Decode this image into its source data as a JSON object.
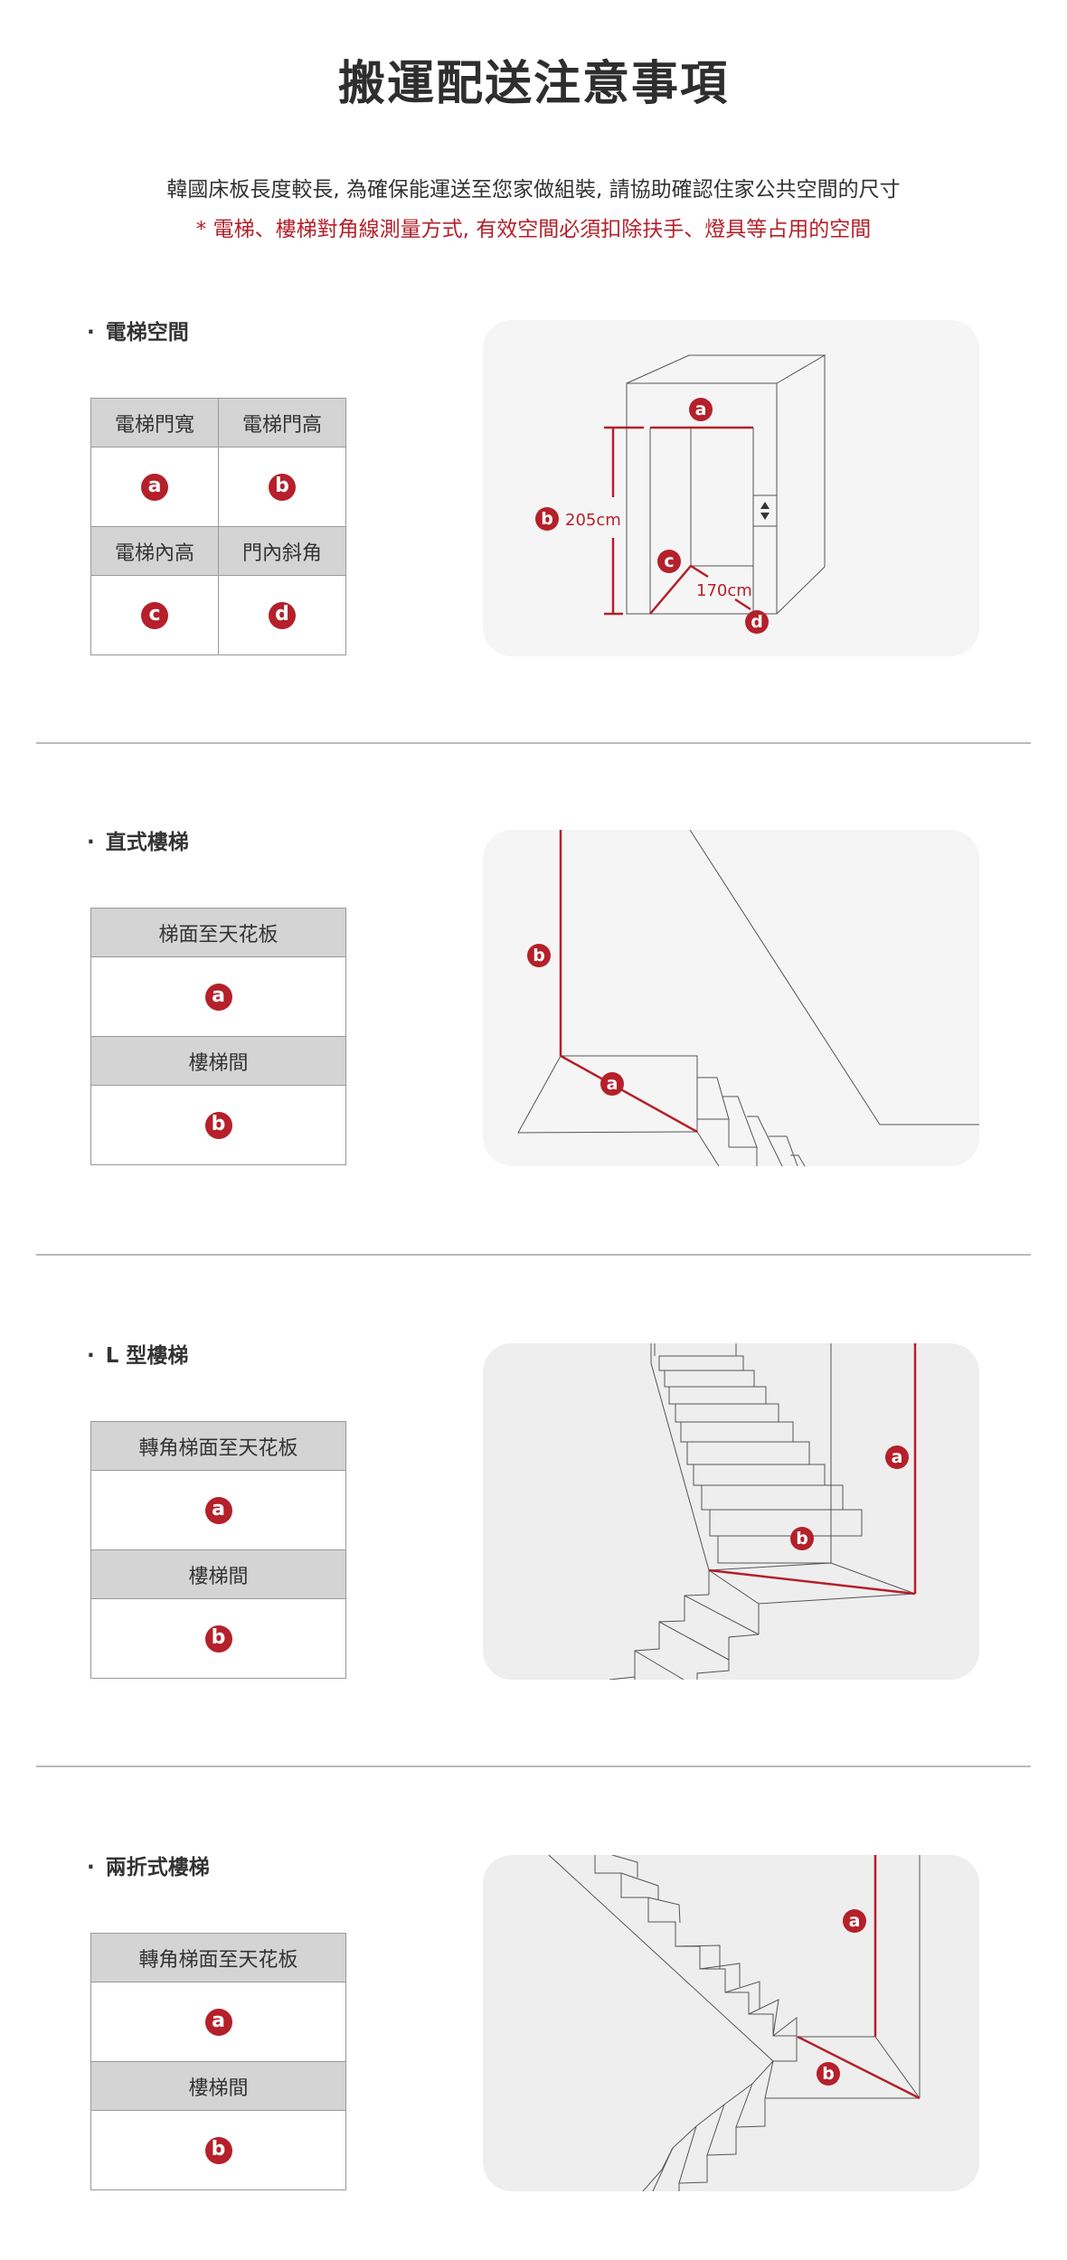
{
  "title": "搬運配送注意事項",
  "subtitle": "韓國床板長度較長, 為確保能運送至您家做組裝, 請協助確認住家公共空間的尺寸",
  "note": "* 電梯、樓梯對角線測量方式, 有效空間必須扣除扶手、燈具等占用的空間",
  "accent_color": "#b5202a",
  "sections": [
    {
      "label": "電梯空間",
      "table": {
        "row1_headers": [
          "電梯門寬",
          "電梯門高"
        ],
        "row1_badges": [
          "a",
          "b"
        ],
        "row2_headers": [
          "電梯內高",
          "門內斜角"
        ],
        "row2_badges": [
          "c",
          "d"
        ]
      },
      "diagram": {
        "badges": [
          "a",
          "b",
          "c",
          "d"
        ],
        "height_text": "205cm",
        "diagonal_text": "170cm",
        "panel_icon": "up-down-arrow-icon"
      }
    },
    {
      "label": "直式樓梯",
      "table": {
        "header1": "梯面至天花板",
        "badge1": "a",
        "header2": "樓梯間",
        "badge2": "b"
      },
      "diagram": {
        "badges": [
          "a",
          "b"
        ]
      }
    },
    {
      "label": "L 型樓梯",
      "table": {
        "header1": "轉角梯面至天花板",
        "badge1": "a",
        "header2": "樓梯間",
        "badge2": "b"
      },
      "diagram": {
        "badges": [
          "a",
          "b"
        ]
      }
    },
    {
      "label": "兩折式樓梯",
      "table": {
        "header1": "轉角梯面至天花板",
        "badge1": "a",
        "header2": "樓梯間",
        "badge2": "b"
      },
      "diagram": {
        "badges": [
          "a",
          "b"
        ]
      }
    }
  ]
}
